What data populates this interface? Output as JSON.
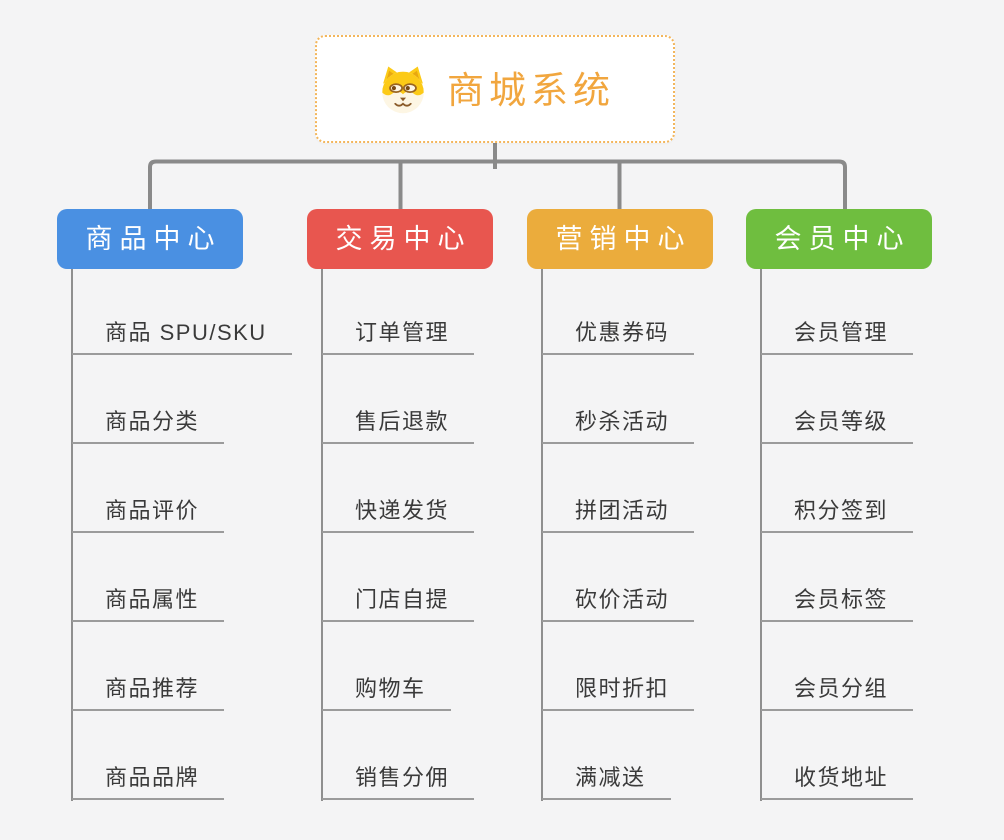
{
  "root": {
    "label": "商城系统",
    "icon": "shiba-dog-icon",
    "text_color": "#f1a63e",
    "border_color": "#f3b65c",
    "background": "#ffffff"
  },
  "branches": [
    {
      "label": "商品中心",
      "color": "#4a90e2",
      "children": [
        "商品 SPU/SKU",
        "商品分类",
        "商品评价",
        "商品属性",
        "商品推荐",
        "商品品牌"
      ]
    },
    {
      "label": "交易中心",
      "color": "#e8564f",
      "children": [
        "订单管理",
        "售后退款",
        "快递发货",
        "门店自提",
        "购物车",
        "销售分佣"
      ]
    },
    {
      "label": "营销中心",
      "color": "#ebac3c",
      "children": [
        "优惠券码",
        "秒杀活动",
        "拼团活动",
        "砍价活动",
        "限时折扣",
        "满减送"
      ]
    },
    {
      "label": "会员中心",
      "color": "#6fbe3f",
      "children": [
        "会员管理",
        "会员等级",
        "积分签到",
        "会员标签",
        "会员分组",
        "收货地址"
      ]
    }
  ],
  "connectors": {
    "top_color": "#8a8a8a",
    "trunk_color": "#8f8f8f",
    "underline_color": "#9b9b9b"
  },
  "canvas_background": "#f4f4f5"
}
